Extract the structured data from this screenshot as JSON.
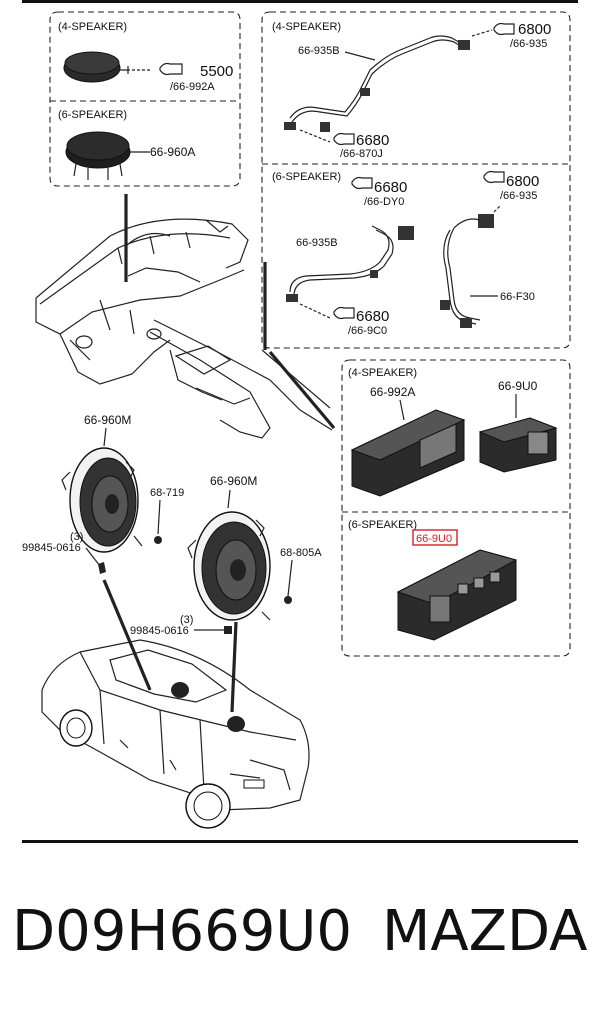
{
  "diagram": {
    "top_left": {
      "section_4": "(4-SPEAKER)",
      "tweeter_part": "5500",
      "tweeter_ref": "/66-992A",
      "section_6": "(6-SPEAKER)",
      "tweeter6_part": "66-960A"
    },
    "top_right": {
      "section_4": "(4-SPEAKER)",
      "harness_a": "66-935B",
      "conn_a_part": "6800",
      "conn_a_ref": "/66-935",
      "conn_b_part": "6680",
      "conn_b_ref": "/66-870J",
      "section_6": "(6-SPEAKER)",
      "conn_c_part": "6680",
      "conn_c_ref": "/66-DY0",
      "conn_d_part": "6800",
      "conn_d_ref": "/66-935",
      "harness_b": "66-935B",
      "harness_c": "66-F30",
      "conn_e_part": "6680",
      "conn_e_ref": "/66-9C0"
    },
    "mid_right": {
      "section_4": "(4-SPEAKER)",
      "unit_a": "66-992A",
      "unit_b": "66-9U0",
      "section_6": "(6-SPEAKER)",
      "unit_c_highlight": "66-9U0"
    },
    "speakers": {
      "speaker_front": "66-960M",
      "speaker_rear": "66-960M",
      "screw_a": "68-719",
      "qty_a": "(3)",
      "bolt_a": "99845-0616",
      "screw_b": "68-805A",
      "qty_b": "(3)",
      "bolt_b": "99845-0616"
    },
    "highlight_color": "#d4202a"
  },
  "footer": {
    "part_number": "D09H669U0",
    "brand": "MAZDA"
  }
}
